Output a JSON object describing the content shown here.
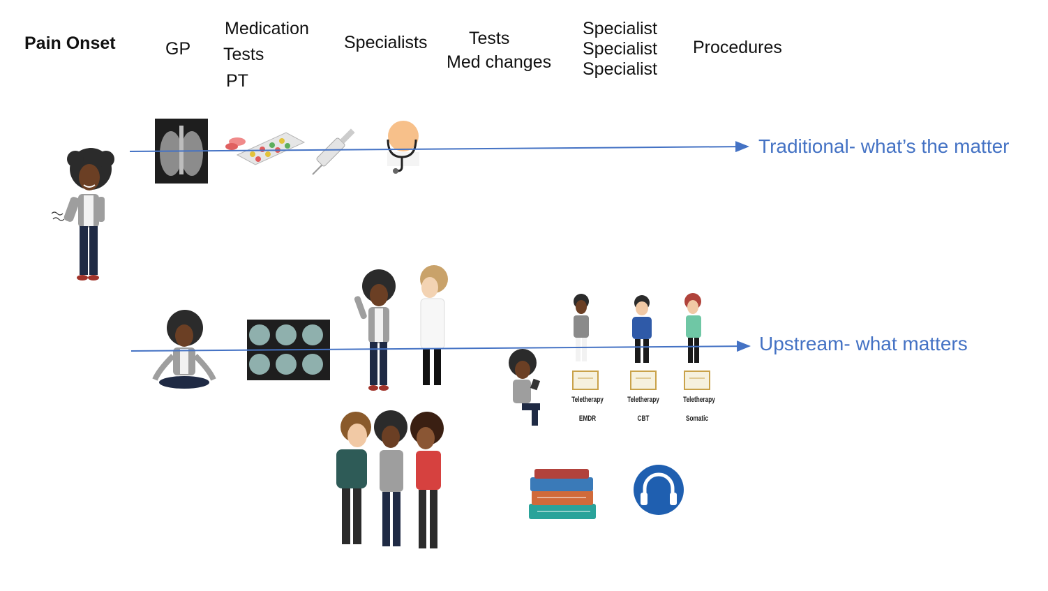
{
  "header": {
    "pain_onset": "Pain Onset",
    "gp": "GP",
    "medication": "Medication",
    "tests": "Tests",
    "pt": "PT",
    "specialists": "Specialists",
    "tests2": "Tests",
    "med_changes": "Med changes",
    "specialist_1": "Specialist",
    "specialist_2": "Specialist",
    "specialist_3": "Specialist",
    "procedures": "Procedures"
  },
  "paths": {
    "traditional": "Traditional- what’s the matter",
    "upstream": "Upstream- what matters"
  },
  "therapies": [
    {
      "title": "Teletherapy",
      "type": "EMDR"
    },
    {
      "title": "Teletherapy",
      "type": "CBT"
    },
    {
      "title": "Teletherapy",
      "type": "Somatic"
    }
  ],
  "colors": {
    "arrow": "#4472c4",
    "label": "#4472c4",
    "headphones": "#1f5fb0"
  }
}
